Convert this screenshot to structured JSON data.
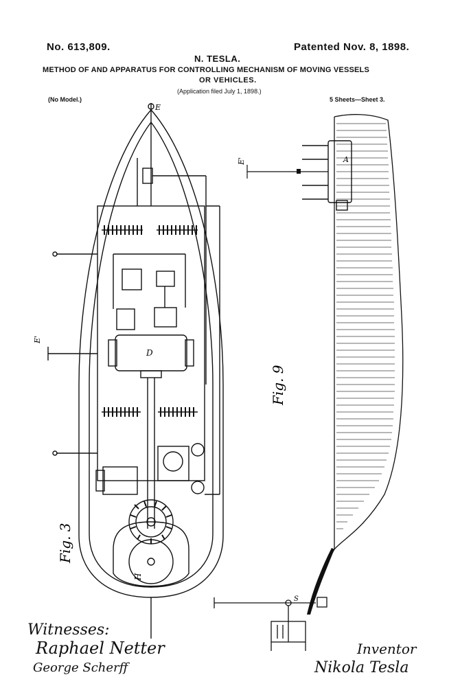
{
  "header": {
    "patent_number": "No. 613,809.",
    "patent_date": "Patented Nov. 8, 1898.",
    "inventor_name": "N. TESLA.",
    "title_line1": "METHOD OF AND APPARATUS FOR CONTROLLING MECHANISM OF MOVING VESSELS",
    "title_line2": "OR VEHICLES.",
    "application": "(Application filed July 1, 1898.)",
    "model": "(No Model.)",
    "sheets": "5 Sheets—Sheet 3."
  },
  "figures": {
    "fig3": "Fig. 3",
    "fig9": "Fig. 9"
  },
  "labels": {
    "mast_top": "E",
    "antenna_left": "E'",
    "antenna_right": "E'",
    "motor": "D",
    "gear": "H",
    "tank": "A",
    "station": "S"
  },
  "signatures": {
    "witnesses_label": "Witnesses:",
    "witness1": "Raphael Netter",
    "witness2": "George Scherff",
    "inventor_label": "Inventor",
    "inventor_signature": "Nikola Tesla"
  },
  "colors": {
    "ink": "#111111",
    "paper": "#ffffff"
  }
}
